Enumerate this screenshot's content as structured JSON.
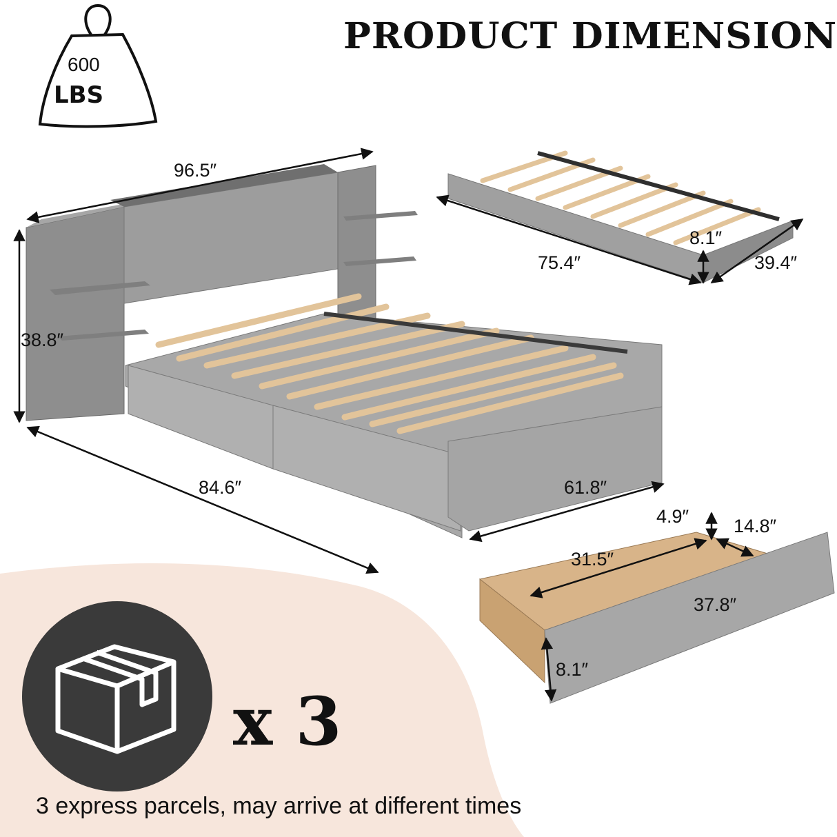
{
  "title": "PRODUCT DIMENSION",
  "weight_badge": {
    "value": "600",
    "unit": "LBS",
    "icon": "weight-icon"
  },
  "dimensions": {
    "headboard_width": "96.5″",
    "headboard_height": "38.8″",
    "bed_length": "84.6″",
    "bed_width": "61.8″",
    "trundle_length": "75.4″",
    "trundle_height": "8.1″",
    "trundle_width": "39.4″",
    "drawer_depth": "4.9″",
    "drawer_width": "14.8″",
    "drawer_inner_length": "31.5″",
    "drawer_outer_length": "37.8″",
    "drawer_height": "8.1″"
  },
  "parcels": {
    "icon": "box-icon",
    "count_label": "x 3",
    "caption": "3 express parcels, may arrive at different times"
  },
  "colors": {
    "fabric": "#9b9b9b",
    "slat": "#e2c49a",
    "background_accent": "#f7e6dc",
    "circle": "#3a3a3a"
  }
}
